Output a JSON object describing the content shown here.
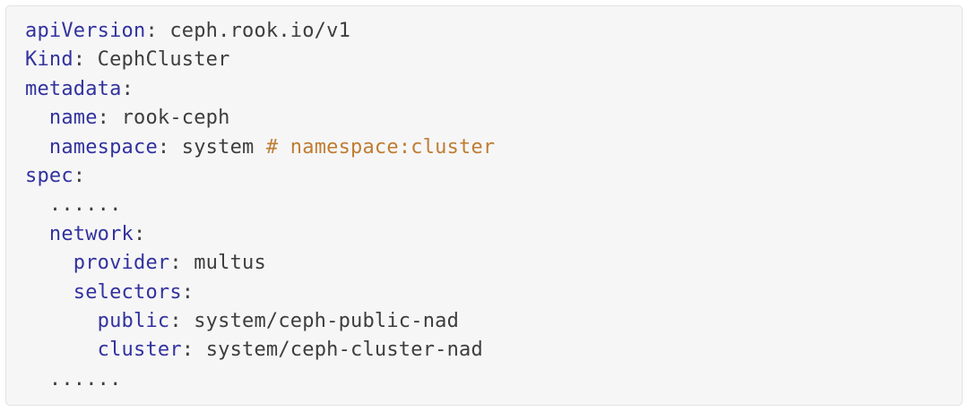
{
  "code_block": {
    "language": "yaml",
    "colors": {
      "key": "#32329e",
      "value": "#3d3d3d",
      "punctuation": "#3d3d3d",
      "comment": "#bf7d31",
      "panel_background": "#f6f6f7",
      "panel_border": "#e3e3e6",
      "page_background": "#ffffff"
    },
    "lines": [
      {
        "indent": 0,
        "tokens": [
          {
            "type": "key",
            "text": "apiVersion"
          },
          {
            "type": "punc",
            "text": ": "
          },
          {
            "type": "value",
            "text": "ceph.rook.io/v1"
          }
        ]
      },
      {
        "indent": 0,
        "tokens": [
          {
            "type": "key",
            "text": "Kind"
          },
          {
            "type": "punc",
            "text": ": "
          },
          {
            "type": "value",
            "text": "CephCluster"
          }
        ]
      },
      {
        "indent": 0,
        "tokens": [
          {
            "type": "key",
            "text": "metadata"
          },
          {
            "type": "punc",
            "text": ":"
          }
        ]
      },
      {
        "indent": 2,
        "tokens": [
          {
            "type": "key",
            "text": "name"
          },
          {
            "type": "punc",
            "text": ": "
          },
          {
            "type": "value",
            "text": "rook-ceph"
          }
        ]
      },
      {
        "indent": 2,
        "tokens": [
          {
            "type": "key",
            "text": "namespace"
          },
          {
            "type": "punc",
            "text": ": "
          },
          {
            "type": "value",
            "text": "system "
          },
          {
            "type": "comment",
            "text": "# namespace:cluster"
          }
        ]
      },
      {
        "indent": 0,
        "tokens": [
          {
            "type": "key",
            "text": "spec"
          },
          {
            "type": "punc",
            "text": ":"
          }
        ]
      },
      {
        "indent": 2,
        "tokens": [
          {
            "type": "value",
            "text": "......"
          }
        ]
      },
      {
        "indent": 2,
        "tokens": [
          {
            "type": "key",
            "text": "network"
          },
          {
            "type": "punc",
            "text": ":"
          }
        ]
      },
      {
        "indent": 4,
        "tokens": [
          {
            "type": "key",
            "text": "provider"
          },
          {
            "type": "punc",
            "text": ": "
          },
          {
            "type": "value",
            "text": "multus"
          }
        ]
      },
      {
        "indent": 4,
        "tokens": [
          {
            "type": "key",
            "text": "selectors"
          },
          {
            "type": "punc",
            "text": ":"
          }
        ]
      },
      {
        "indent": 6,
        "tokens": [
          {
            "type": "key",
            "text": "public"
          },
          {
            "type": "punc",
            "text": ": "
          },
          {
            "type": "value",
            "text": "system/ceph-public-nad"
          }
        ]
      },
      {
        "indent": 6,
        "tokens": [
          {
            "type": "key",
            "text": "cluster"
          },
          {
            "type": "punc",
            "text": ": "
          },
          {
            "type": "value",
            "text": "system/ceph-cluster-nad"
          }
        ]
      },
      {
        "indent": 2,
        "tokens": [
          {
            "type": "value",
            "text": "......"
          }
        ]
      }
    ]
  }
}
